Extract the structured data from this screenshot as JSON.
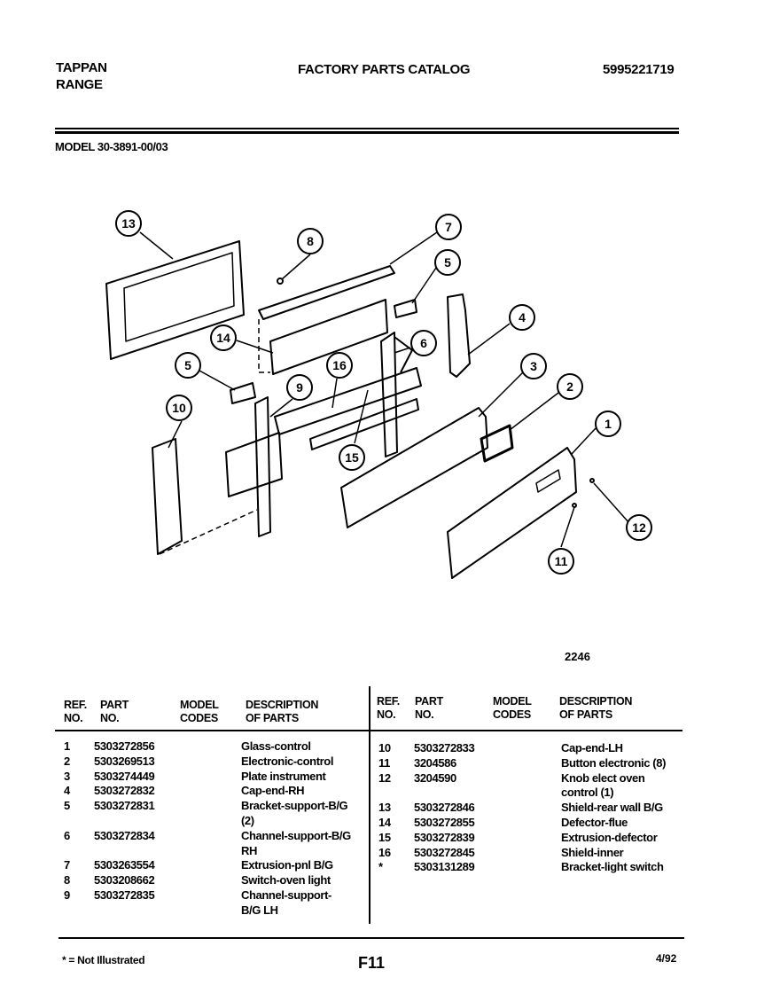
{
  "header": {
    "brand_line1": "TAPPAN",
    "brand_line2": "RANGE",
    "title": "FACTORY PARTS CATALOG",
    "catalog_number": "5995221719",
    "model": "MODEL 30-3891-00/03"
  },
  "diagram": {
    "figure_number": "2246",
    "callouts": [
      "13",
      "8",
      "7",
      "5",
      "14",
      "5",
      "16",
      "9",
      "6",
      "4",
      "3",
      "2",
      "1",
      "10",
      "15",
      "12",
      "11"
    ]
  },
  "table": {
    "headers": {
      "ref_line1": "REF.",
      "ref_line2": "NO.",
      "part_line1": "PART",
      "part_line2": "NO.",
      "model_line1": "MODEL",
      "model_line2": "CODES",
      "desc_line1": "DESCRIPTION",
      "desc_line2": "OF PARTS"
    },
    "left_rows": [
      {
        "ref": "1",
        "part": "5303272856",
        "desc": "Glass-control"
      },
      {
        "ref": "2",
        "part": "5303269513",
        "desc": "Electronic-control"
      },
      {
        "ref": "3",
        "part": "5303274449",
        "desc": "Plate instrument"
      },
      {
        "ref": "4",
        "part": "5303272832",
        "desc": "Cap-end-RH"
      },
      {
        "ref": "5",
        "part": "5303272831",
        "desc": "Bracket-support-B/G\n(2)"
      },
      {
        "ref": "6",
        "part": "5303272834",
        "desc": "Channel-support-B/G\nRH"
      },
      {
        "ref": "7",
        "part": "5303263554",
        "desc": "Extrusion-pnl B/G"
      },
      {
        "ref": "8",
        "part": "5303208662",
        "desc": "Switch-oven light"
      },
      {
        "ref": "9",
        "part": "5303272835",
        "desc": "Channel-support-\nB/G LH"
      }
    ],
    "right_rows": [
      {
        "ref": "10",
        "part": "5303272833",
        "desc": "Cap-end-LH"
      },
      {
        "ref": "11",
        "part": "3204586",
        "desc": "Button electronic (8)"
      },
      {
        "ref": "12",
        "part": "3204590",
        "desc": "Knob elect oven\ncontrol (1)"
      },
      {
        "ref": "13",
        "part": "5303272846",
        "desc": "Shield-rear wall B/G"
      },
      {
        "ref": "14",
        "part": "5303272855",
        "desc": "Defector-flue"
      },
      {
        "ref": "15",
        "part": "5303272839",
        "desc": "Extrusion-defector"
      },
      {
        "ref": "16",
        "part": "5303272845",
        "desc": "Shield-inner"
      },
      {
        "ref": "*",
        "part": "5303131289",
        "desc": "Bracket-light switch"
      }
    ]
  },
  "footer": {
    "legend": "* = Not Illustrated",
    "page": "F11",
    "date": "4/92"
  }
}
